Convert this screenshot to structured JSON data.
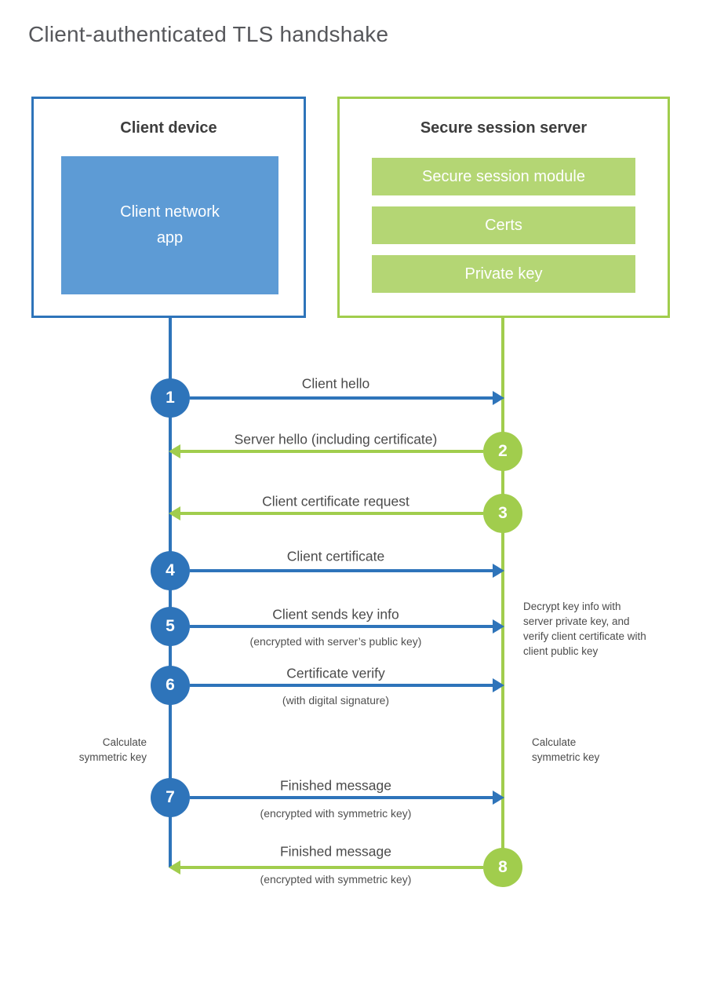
{
  "title": "Client-authenticated TLS handshake",
  "colors": {
    "client_accent": "#2e74ba",
    "client_fill": "#5d9bd5",
    "server_accent": "#a1cd4d",
    "server_fill": "#b4d674",
    "text": "#4b4b4b"
  },
  "client": {
    "title": "Client device",
    "app_label": "Client network app"
  },
  "server": {
    "title": "Secure session server",
    "modules": [
      "Secure session module",
      "Certs",
      "Private key"
    ]
  },
  "messages": [
    {
      "step": "1",
      "from": "client",
      "to": "server",
      "label": "Client hello",
      "sublabel": ""
    },
    {
      "step": "2",
      "from": "server",
      "to": "client",
      "label": "Server hello (including certificate)",
      "sublabel": ""
    },
    {
      "step": "3",
      "from": "server",
      "to": "client",
      "label": "Client certificate request",
      "sublabel": ""
    },
    {
      "step": "4",
      "from": "client",
      "to": "server",
      "label": "Client certificate",
      "sublabel": ""
    },
    {
      "step": "5",
      "from": "client",
      "to": "server",
      "label": "Client sends key info",
      "sublabel": "(encrypted with server’s public key)"
    },
    {
      "step": "6",
      "from": "client",
      "to": "server",
      "label": "Certificate verify",
      "sublabel": "(with digital signature)"
    },
    {
      "step": "7",
      "from": "client",
      "to": "server",
      "label": "Finished message",
      "sublabel": "(encrypted with symmetric key)"
    },
    {
      "step": "8",
      "from": "server",
      "to": "client",
      "label": "Finished message",
      "sublabel": "(encrypted with symmetric key)"
    }
  ],
  "notes": {
    "decrypt": "Decrypt key info with server private key, and verify client certificate with client public key",
    "calculate_left": "Calculate symmetric key",
    "calculate_right": "Calculate symmetric key"
  }
}
